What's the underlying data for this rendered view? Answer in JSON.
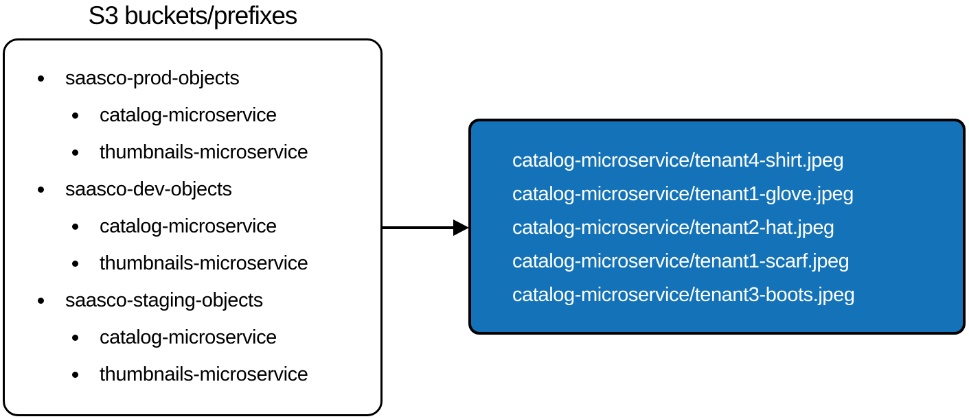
{
  "title": "S3 buckets/prefixes",
  "colors": {
    "panel_blue": "#1473B8",
    "border_black": "#000000",
    "text_dark": "#000000",
    "text_light": "#FFFFFF"
  },
  "connector": {
    "icon": "arrow-right-icon",
    "direction": "left-to-right"
  },
  "bucket_panel": {
    "rows": [
      {
        "label": "saasco-prod-objects",
        "level": 1
      },
      {
        "label": "catalog-microservice",
        "level": 2
      },
      {
        "label": "thumbnails-microservice",
        "level": 2
      },
      {
        "label": "saasco-dev-objects",
        "level": 1
      },
      {
        "label": "catalog-microservice",
        "level": 2
      },
      {
        "label": "thumbnails-microservice",
        "level": 2
      },
      {
        "label": "saasco-staging-objects",
        "level": 1
      },
      {
        "label": "catalog-microservice",
        "level": 2
      },
      {
        "label": "thumbnails-microservice",
        "level": 2
      }
    ]
  },
  "object_panel": {
    "items": [
      "catalog-microservice/tenant4-shirt.jpeg",
      "catalog-microservice/tenant1-glove.jpeg",
      "catalog-microservice/tenant2-hat.jpeg",
      "catalog-microservice/tenant1-scarf.jpeg",
      "catalog-microservice/tenant3-boots.jpeg"
    ]
  }
}
